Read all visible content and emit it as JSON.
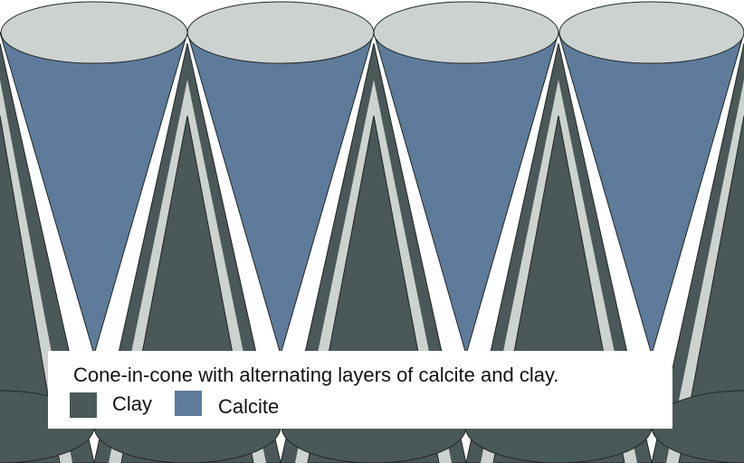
{
  "caption": "Cone-in-cone with alternating layers of calcite and clay.",
  "legend": [
    {
      "label": "Clay",
      "color": "#4b5858"
    },
    {
      "label": "Calcite",
      "color": "#5e7b9b"
    }
  ],
  "colors": {
    "clay": "#4b5858",
    "calcite": "#5e7b9b",
    "cone_rim": "#ccd2d0",
    "outline": "#1f2626"
  }
}
